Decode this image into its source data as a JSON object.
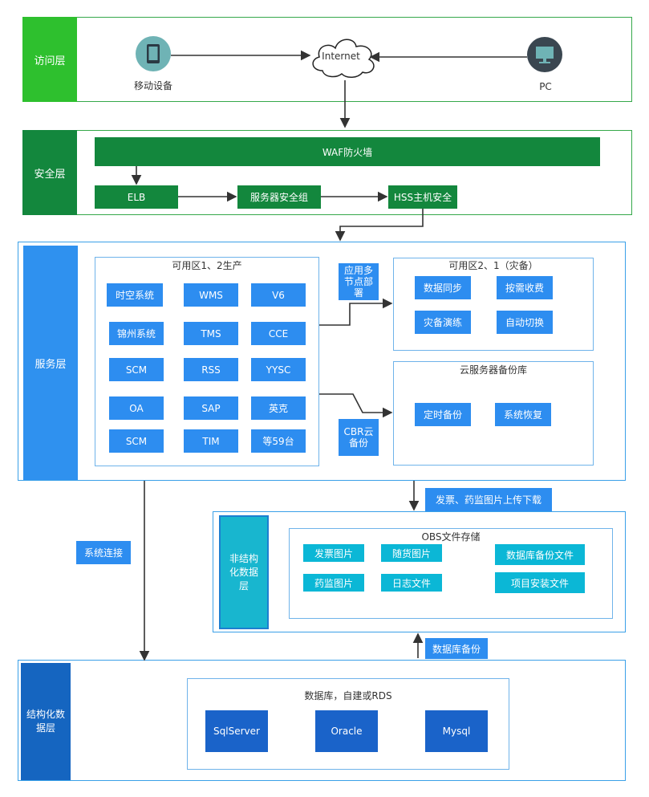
{
  "access_layer": {
    "label": "访问层",
    "mobile_label": "移动设备",
    "internet_label": "Internet",
    "pc_label": "PC"
  },
  "security_layer": {
    "label": "安全层",
    "waf": "WAF防火墙",
    "elb": "ELB",
    "server_sg": "服务器安全组",
    "hss": "HSS主机安全"
  },
  "service_layer": {
    "label": "服务层",
    "prod_zone_title": "可用区1、2生产",
    "systems": [
      "时空系统",
      "WMS",
      "V6",
      "锦州系统",
      "TMS",
      "CCE",
      "SCM",
      "RSS",
      "YYSC",
      "OA",
      "SAP",
      "英克",
      "SCM",
      "TIM",
      "等59台"
    ],
    "app_multi_node": "应用多节点部署",
    "cbr_backup": "CBR云备份",
    "dr_zone_title": "可用区2、1（灾备）",
    "dr_items": [
      "数据同步",
      "按需收费",
      "灾备演练",
      "自动切换"
    ],
    "cloud_backup_title": "云服务器备份库",
    "backup_items": [
      "定时备份",
      "系统恢复"
    ]
  },
  "flow_labels": {
    "system_connection": "系统连接",
    "invoice_upload": "发票、药监图片上传下载",
    "db_backup": "数据库备份"
  },
  "unstructured_layer": {
    "label": "非结构化数据层",
    "obs_title": "OBS文件存储",
    "files": [
      "发票图片",
      "随货图片",
      "数据库备份文件",
      "药监图片",
      "日志文件",
      "项目安装文件"
    ]
  },
  "structured_layer": {
    "label": "结构化数据层",
    "db_title": "数据库，自建或RDS",
    "dbs": [
      "SqlServer",
      "Oracle",
      "Mysql"
    ]
  },
  "colors": {
    "green_side": "#2ec02e",
    "green_dark": "#13873d",
    "blue_side": "#2f91ef",
    "blue_dark": "#1565c0",
    "blue_button": "#2d8df0",
    "cyan": "#0bb7d6"
  }
}
